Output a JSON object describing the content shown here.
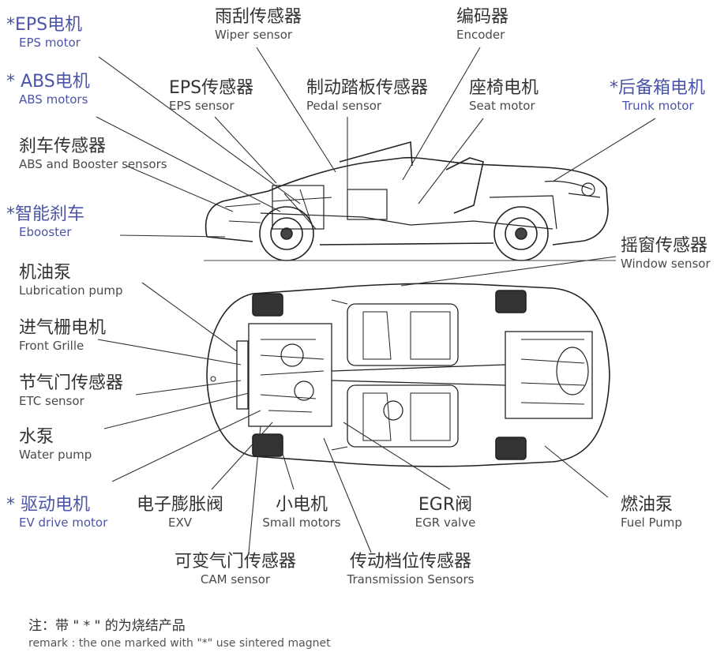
{
  "accent_star_color": "#4b54a8",
  "text_color": "#333333",
  "labels": {
    "eps_motor": {
      "zh": "*EPS电机",
      "en": "EPS motor"
    },
    "abs_motors": {
      "zh": "* ABS电机",
      "en": "ABS motors"
    },
    "brake_sensor": {
      "zh": "刹车传感器",
      "en": "ABS and Booster sensors"
    },
    "ebooster": {
      "zh": "*智能刹车",
      "en": "Ebooster"
    },
    "lube_pump": {
      "zh": "机油泵",
      "en": "Lubrication pump"
    },
    "front_grille": {
      "zh": "进气栅电机",
      "en": "Front Grille"
    },
    "etc_sensor": {
      "zh": "节气门传感器",
      "en": "ETC sensor"
    },
    "water_pump": {
      "zh": "水泵",
      "en": "Water pump"
    },
    "ev_drive": {
      "zh": "* 驱动电机",
      "en": "EV drive motor"
    },
    "wiper": {
      "zh": "雨刮传感器",
      "en": "Wiper sensor"
    },
    "encoder": {
      "zh": "编码器",
      "en": "Encoder"
    },
    "eps_sensor": {
      "zh": "EPS传感器",
      "en": "EPS sensor"
    },
    "pedal": {
      "zh": "制动踏板传感器",
      "en": "Pedal sensor"
    },
    "seat": {
      "zh": "座椅电机",
      "en": "Seat motor"
    },
    "trunk": {
      "zh": "*后备箱电机",
      "en": "Trunk motor"
    },
    "window": {
      "zh": "摇窗传感器",
      "en": "Window sensor"
    },
    "exv": {
      "zh": "电子膨胀阀",
      "en": "EXV"
    },
    "small_motors": {
      "zh": "小电机",
      "en": "Small motors"
    },
    "egr": {
      "zh": "EGR阀",
      "en": "EGR valve"
    },
    "fuel_pump": {
      "zh": "燃油泵",
      "en": "Fuel Pump"
    },
    "cam": {
      "zh": "可变气门传感器",
      "en": "CAM sensor"
    },
    "transmission": {
      "zh": "传动档位传感器",
      "en": "Transmission Sensors"
    }
  },
  "note": {
    "zh": "注：带 \" * \" 的为烧结产品",
    "en": "remark : the one marked with \"*\" use sintered magnet"
  }
}
